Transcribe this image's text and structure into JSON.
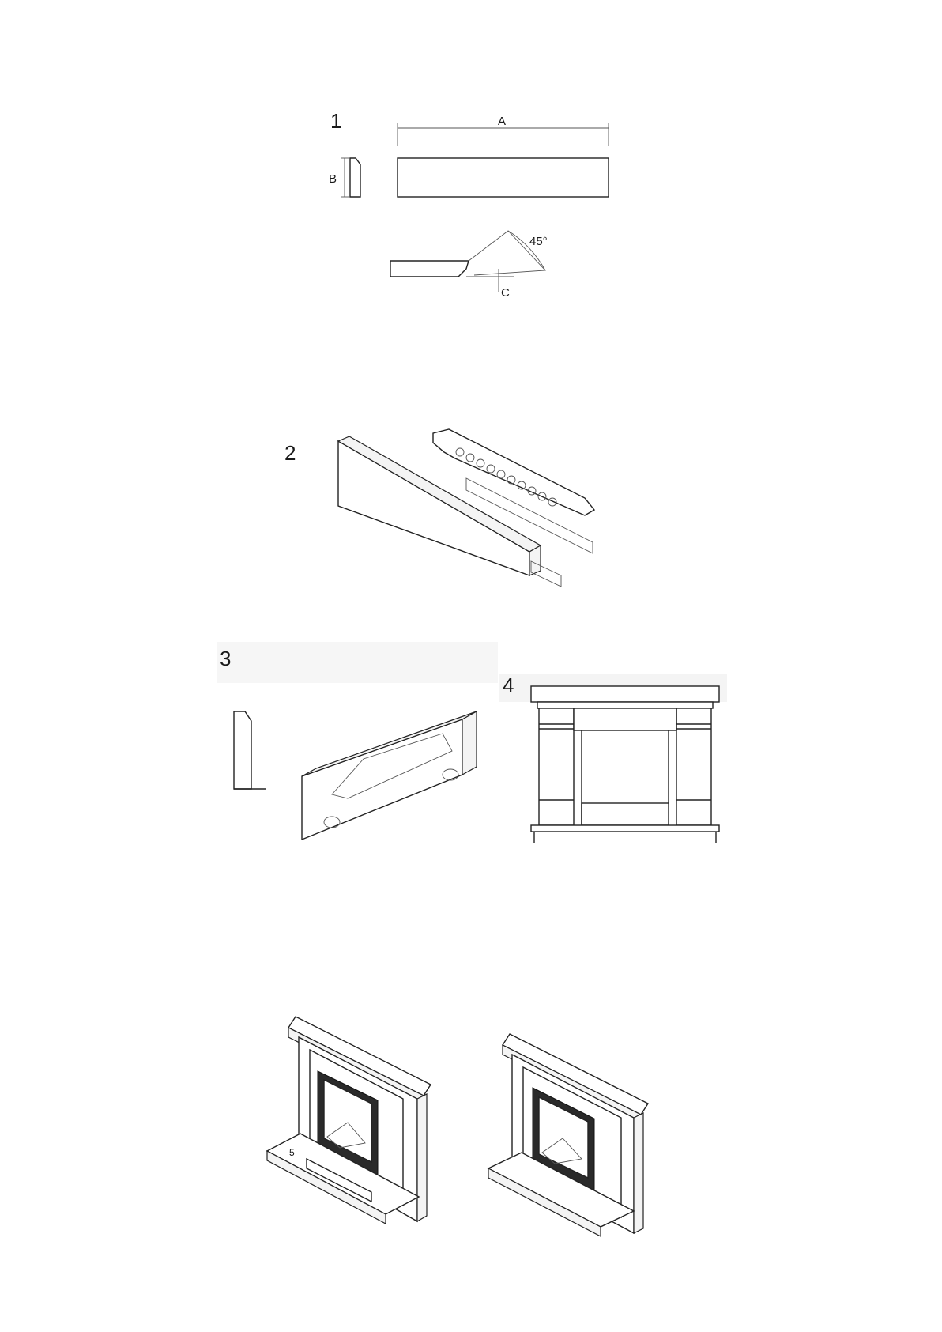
{
  "steps": {
    "step1": {
      "number": "1",
      "labels": {
        "a": "A",
        "b": "B",
        "c": "C",
        "angle": "45°"
      }
    },
    "step2": {
      "number": "2"
    },
    "step3": {
      "number": "3"
    },
    "step4": {
      "number": "4"
    },
    "step5": {
      "number": "5"
    }
  }
}
